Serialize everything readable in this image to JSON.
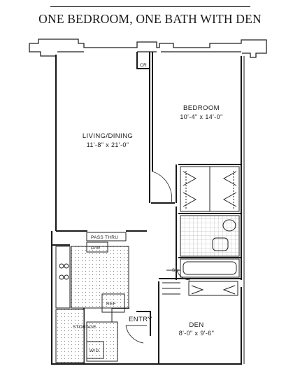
{
  "title": "ONE BEDROOM, ONE BATH WITH DEN",
  "rooms": {
    "living_dining": {
      "name": "LIVING/DINING",
      "dims": "11'-8\" x 21'-0\""
    },
    "bedroom": {
      "name": "BEDROOM",
      "dims": "10'-4\" x 14'-0\""
    },
    "den": {
      "name": "DEN",
      "dims": "8'-0\" x 9'-6\""
    }
  },
  "labels": {
    "cr": "CR",
    "pass_thru": "PASS THRU",
    "dishwasher": "D/W",
    "refrigerator": "REF",
    "storage": "STORAGE",
    "washer_dryer": "W/D",
    "entry": "ENTRY",
    "su": "SU"
  }
}
